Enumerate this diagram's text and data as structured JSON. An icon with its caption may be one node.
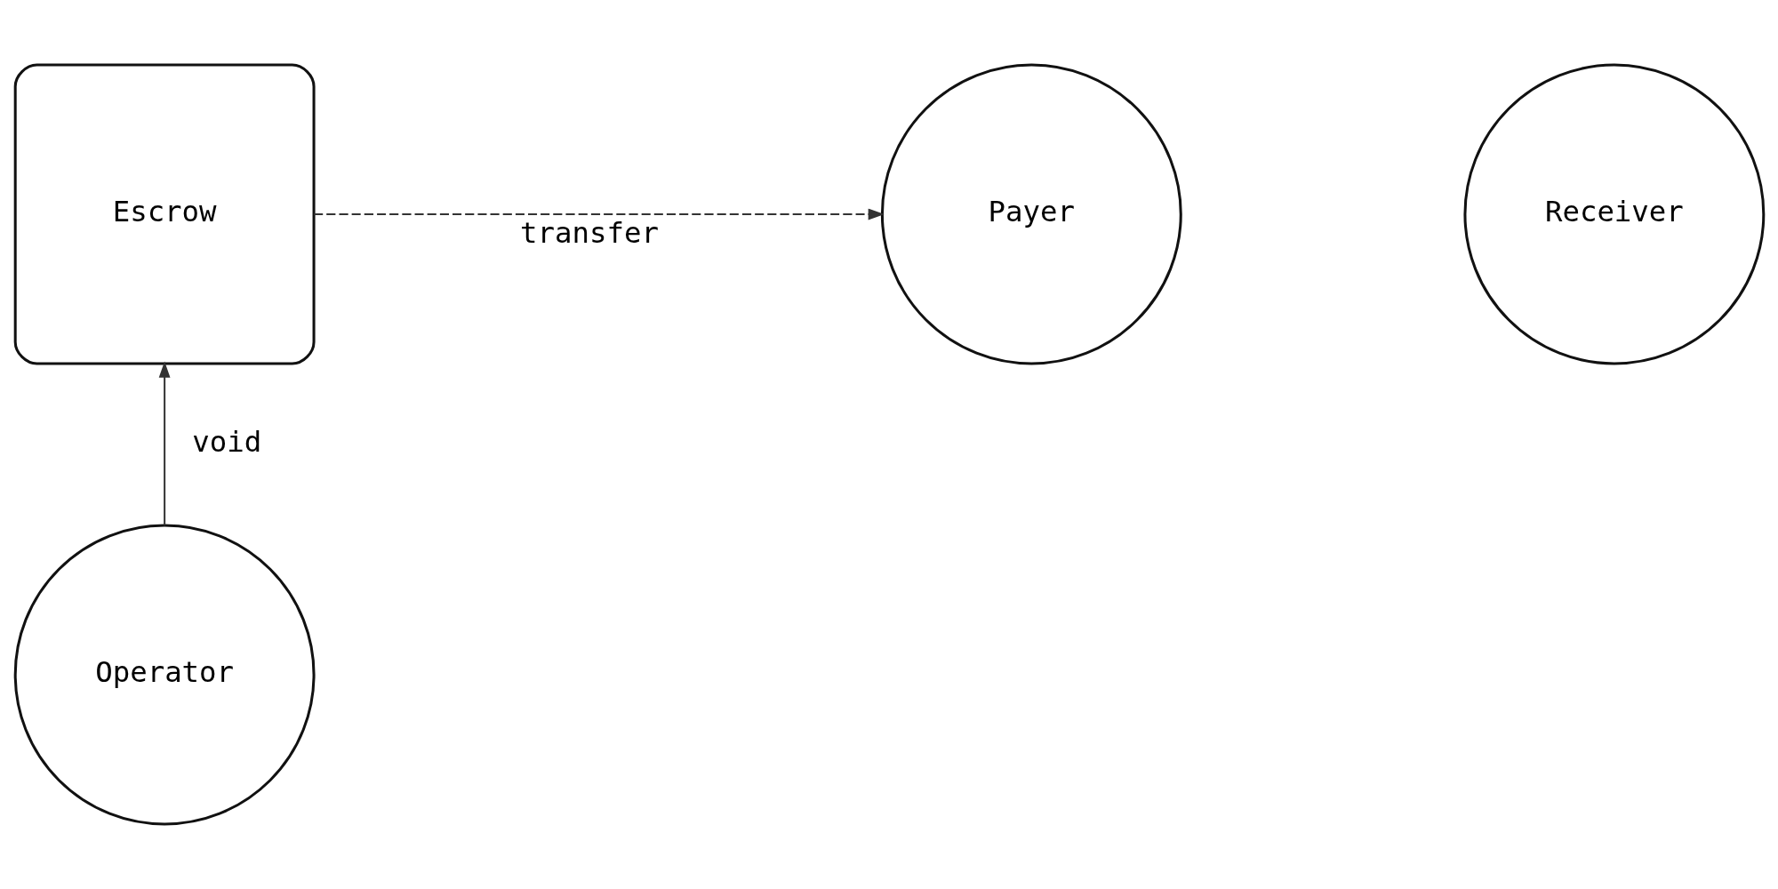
{
  "diagram": {
    "nodes": [
      {
        "text": [
          "Payer"
        ]
      },
      {
        "text": [
          "Escrow"
        ]
      },
      {
        "text": [
          "Receiver"
        ]
      },
      {
        "text": [
          "Operator"
        ]
      }
    ],
    "edges": [
      {
        "from": 1,
        "to": 0,
        "arrow": "to",
        "label": "transfer",
        "style": "dashed"
      },
      {
        "from": 3,
        "to": 1,
        "arrow": "to",
        "label": "void"
      }
    ]
  }
}
